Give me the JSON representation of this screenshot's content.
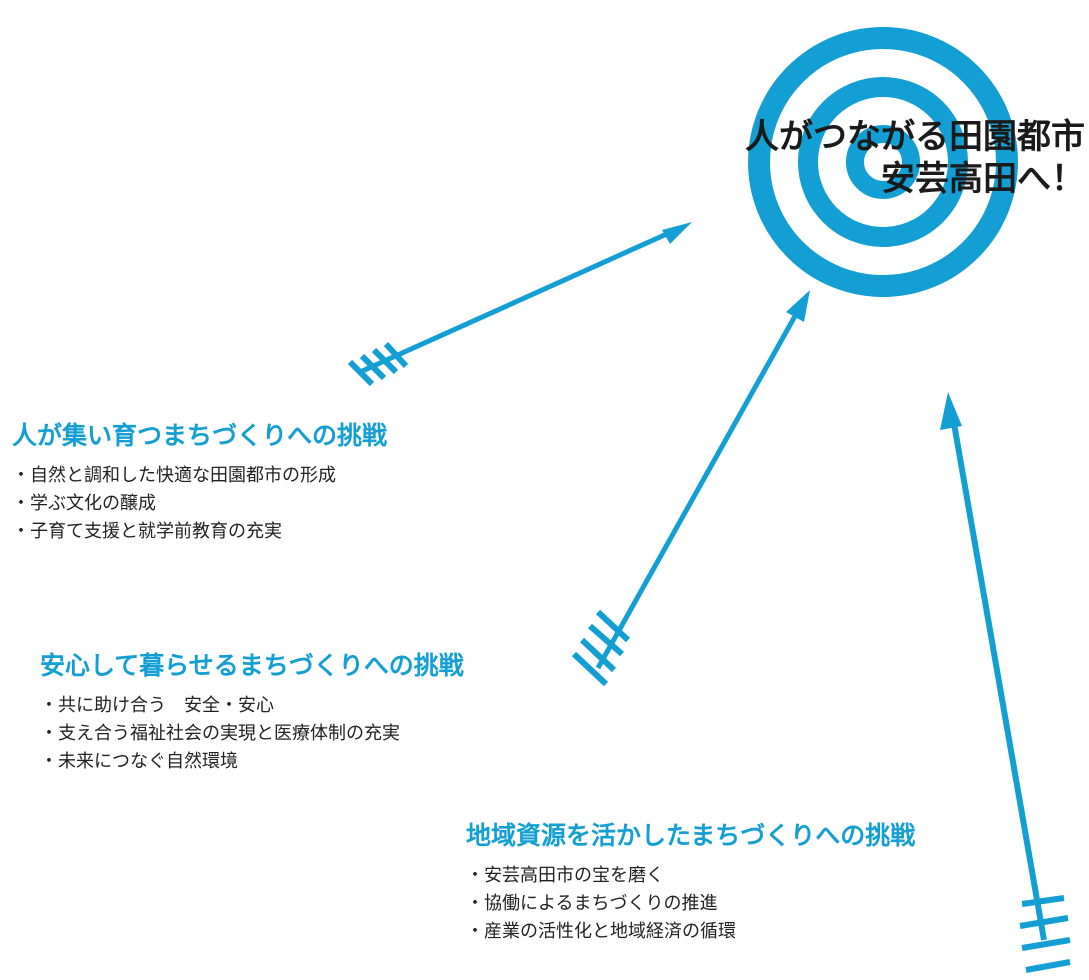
{
  "goal": {
    "line1": "人がつながる田園都市",
    "line2": "安芸高田へ！"
  },
  "challenges": [
    {
      "title": "人が集い育つまちづくりへの挑戦",
      "items": [
        "・自然と調和した快適な田園都市の形成",
        "・学ぶ文化の醸成",
        "・子育て支援と就学前教育の充実"
      ]
    },
    {
      "title": "安心して暮らせるまちづくりへの挑戦",
      "items": [
        "・共に助け合う　安全・安心",
        "・支え合う福祉社会の実現と医療体制の充実",
        "・未来につなぐ自然環境"
      ]
    },
    {
      "title": "地域資源を活かしたまちづくりへの挑戦",
      "items": [
        "・安芸高田市の宝を磨く",
        "・協働によるまちづくりの推進",
        "・産業の活性化と地域経済の循環"
      ]
    }
  ],
  "colors": {
    "accent": "#149fd4",
    "text": "#222222"
  }
}
